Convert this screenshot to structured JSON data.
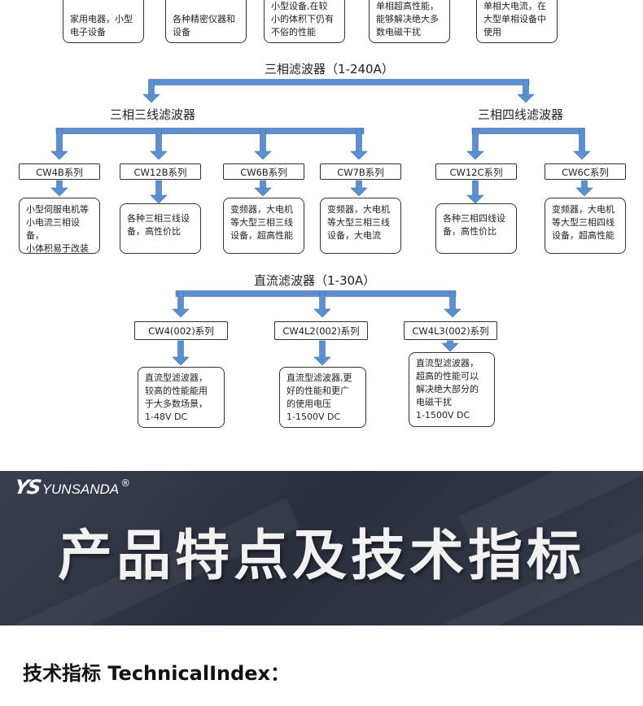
{
  "top_row": {
    "items": [
      {
        "desc": "家用电器，小型\n电子设备"
      },
      {
        "desc": "各种精密仪器和\n设备"
      },
      {
        "desc": "小型设备,在较\n小的体积下仍有\n不俗的性能"
      },
      {
        "desc": "单相超高性能，\n能够解决绝大多\n数电磁干扰"
      },
      {
        "desc": "单相大电流，在\n大型单相设备中\n使用"
      }
    ]
  },
  "three_phase": {
    "title": "三相滤波器（1-240A）",
    "three_wire": {
      "title": "三相三线滤波器",
      "items": [
        {
          "label": "CW4B系列",
          "desc": "小型伺服电机等\n小电流三相设备，\n小体积易于改装"
        },
        {
          "label": "CW12B系列",
          "desc": "各种三相三线设\n备，高性价比"
        },
        {
          "label": "CW6B系列",
          "desc": "变频器，大电机\n等大型三相三线\n设备，超高性能"
        },
        {
          "label": "CW7B系列",
          "desc": "变频器，大电机\n等大型三相三线\n设备，大电流"
        }
      ]
    },
    "four_wire": {
      "title": "三相四线滤波器",
      "items": [
        {
          "label": "CW12C系列",
          "desc": "各种三相四线设\n备，高性价比"
        },
        {
          "label": "CW6C系列",
          "desc": "变频器，大电机\n等大型三相四线\n设备，超高性能"
        }
      ]
    }
  },
  "dc": {
    "title": "直流滤波器（1-30A）",
    "items": [
      {
        "label": "CW4(002)系列",
        "desc": "直流型滤波器，\n较高的性能能用\n于大多数场景，\n1-48V DC"
      },
      {
        "label": "CW4L2(002)系列",
        "desc": "直流型滤波器,更\n好的性能和更广\n的使用电压\n1-1500V DC"
      },
      {
        "label": "CW4L3(002)系列",
        "desc": "直流型滤波器，\n超高的性能可以\n解决绝大部分的\n电磁干扰\n 1-1500V DC"
      }
    ]
  },
  "colors": {
    "arrow": "#5b8fcf",
    "arrow_edge": "#3f6fae",
    "banner_bg": "#2e3342"
  },
  "banner": {
    "logo_mark": "YS",
    "logo_text": "YUNSANDA",
    "logo_reg": "®",
    "title": "产品特点及技术指标"
  },
  "section": {
    "title": "技术指标 TechnicalIndex："
  }
}
